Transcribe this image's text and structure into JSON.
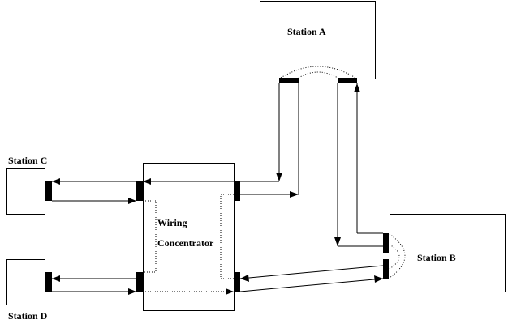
{
  "diagram": {
    "stations": {
      "a": "Station A",
      "b": "Station B",
      "c": "Station C",
      "d": "Station D"
    },
    "concentrator": {
      "line1": "Wiring",
      "line2": "Concentrator"
    },
    "colors": {
      "line": "#000000",
      "background": "#ffffff"
    }
  }
}
